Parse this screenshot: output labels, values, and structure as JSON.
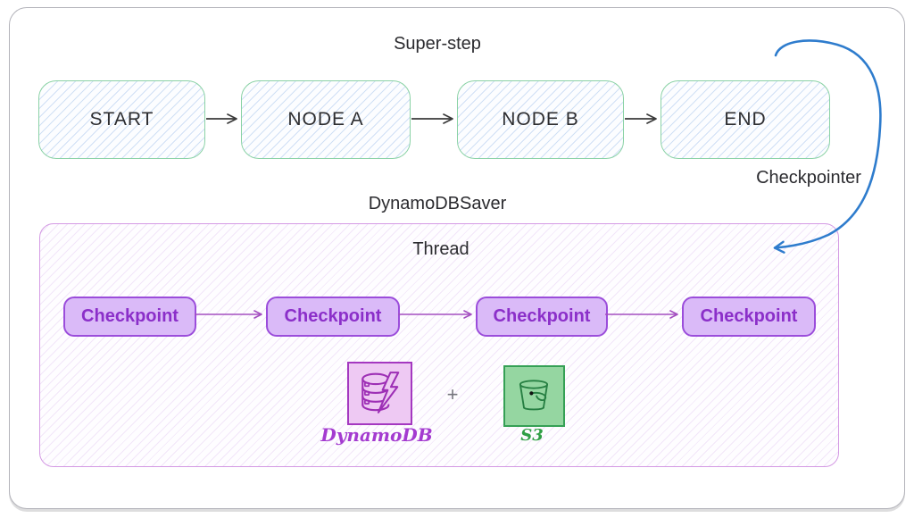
{
  "superstep": {
    "title": "Super-step",
    "nodes": [
      {
        "label": "START"
      },
      {
        "label": "NODE A"
      },
      {
        "label": "NODE B"
      },
      {
        "label": "END"
      }
    ]
  },
  "checkpointer": {
    "label": "Checkpointer"
  },
  "saver": {
    "title": "DynamoDBSaver",
    "thread": {
      "title": "Thread",
      "checkpoints": [
        {
          "label": "Checkpoint"
        },
        {
          "label": "Checkpoint"
        },
        {
          "label": "Checkpoint"
        },
        {
          "label": "Checkpoint"
        }
      ],
      "storage": {
        "dynamodb_label": "DynamoDB",
        "plus": "+",
        "s3_label": "S3",
        "dynamodb_icon": "database-lightning-icon",
        "s3_icon": "bucket-icon"
      }
    }
  },
  "colors": {
    "node_border": "#8ad2a5",
    "node_hatch": "#94b7e8",
    "checkpoint_fill": "#dabaf8",
    "checkpoint_border": "#9b4ddb",
    "checkpoint_text": "#8b2fc9",
    "thread_border": "#d49ae4",
    "blue_arrow": "#2e7ccd",
    "purple_arrow": "#a44fc0",
    "black_arrow": "#3a3a3a",
    "dynamodb_accent": "#a438c0",
    "s3_accent": "#2f9e44",
    "frame_border": "#b3b3ba"
  }
}
